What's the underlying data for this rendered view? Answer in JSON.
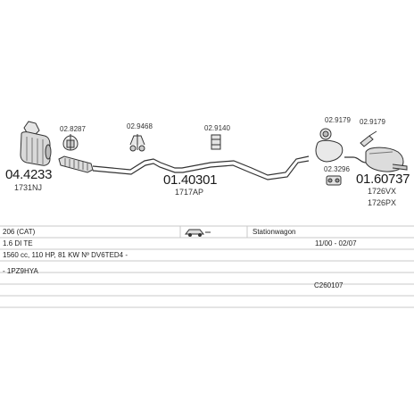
{
  "parts": {
    "catalyst": {
      "number": "04.4233",
      "ref": "1731NJ"
    },
    "middle_pipe": {
      "number": "01.40301",
      "ref": "1717AP"
    },
    "rear_silencer": {
      "number": "01.60737",
      "ref1": "1726VX",
      "ref2": "1726PX"
    }
  },
  "fittings": {
    "f1": "02.8287",
    "f2": "02.9468",
    "f3": "02.9140",
    "f4": "02.9179",
    "f5": "02.9179",
    "f6": "02.3296"
  },
  "info": {
    "model": "206 (CAT)",
    "body": "Stationwagon",
    "engine": "1.6 DI TE",
    "date_range": "11/00 - 02/07",
    "spec": "1560 cc, 110 HP, 81 KW Nº DV6TED4 -",
    "code": "- 1PZ9HYA",
    "catalog_code": "C260107"
  }
}
